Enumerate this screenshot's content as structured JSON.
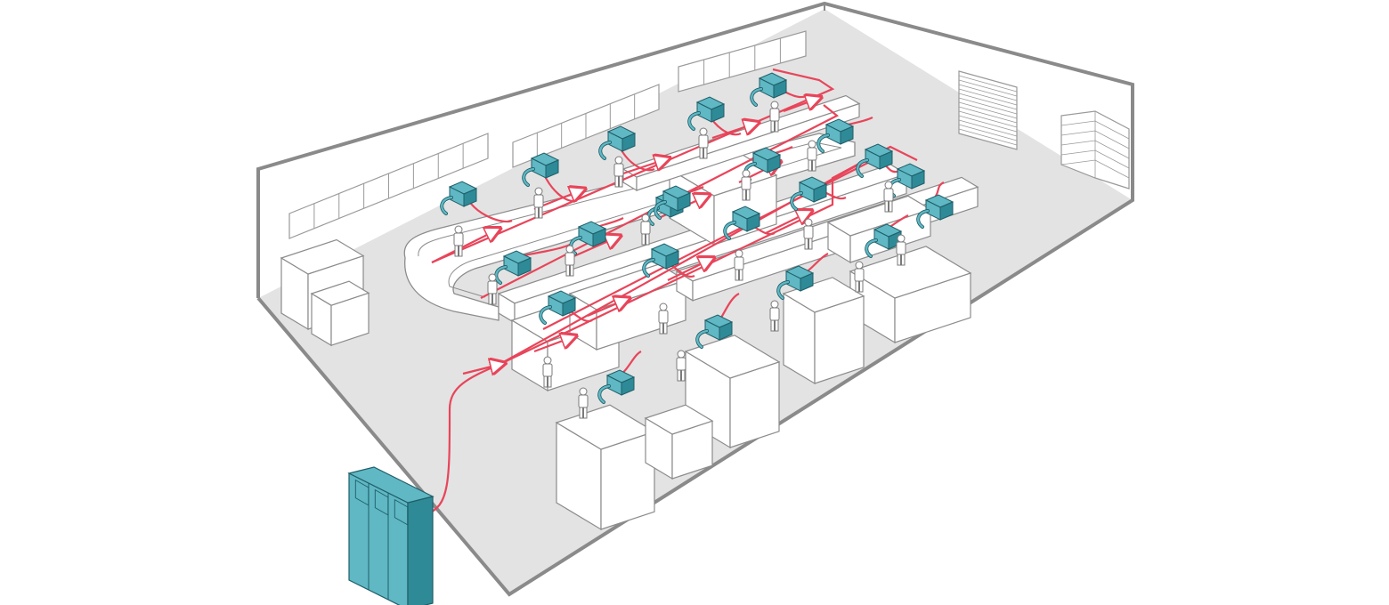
{
  "colors": {
    "background": "#ffffff",
    "floor": "#e3e3e3",
    "wall": "#ffffff",
    "wall_line": "#8a8a8a",
    "detail_line": "#9a9a9a",
    "duct": "#e8455a",
    "unit_fill": "#5fb8c4",
    "unit_dark": "#2f8a97",
    "unit_line": "#1f5e68",
    "furniture_fill": "#ffffff",
    "furniture_line": "#8c8c8c",
    "person_line": "#7a7a7a"
  },
  "icons": {
    "fume_extractor": "extractor-unit-icon",
    "central_filter": "central-filter-unit-icon",
    "worker": "worker-icon",
    "workbench": "workbench-icon",
    "window": "window-icon",
    "shutter_door": "roller-shutter-door-icon",
    "shelving": "shelving-icon",
    "airflow_arrow": "airflow-arrow-icon"
  },
  "counts": {
    "extraction_arms": 22,
    "central_filter_units": 1,
    "workers": 20
  }
}
